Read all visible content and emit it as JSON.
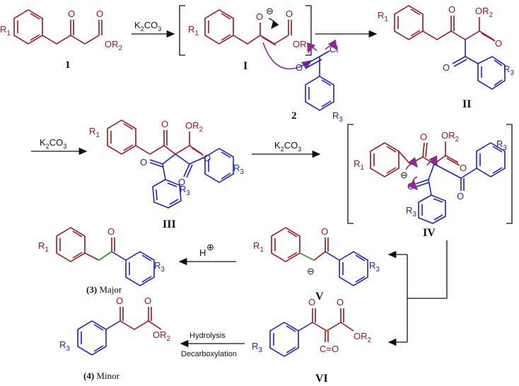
{
  "labels": {
    "R1": "R",
    "R1_sub": "1",
    "R2": "OR",
    "R2_sub": "2",
    "R3": "R",
    "R3_sub": "3",
    "O": "O",
    "Cl": "Cl",
    "C_eq_O": "C=O",
    "minus": "⊖",
    "plus": "⊕",
    "H": "H"
  },
  "compounds": {
    "c1": "1",
    "c2": "2",
    "cI": "I",
    "cII": "II",
    "cIII": "III",
    "cIV": "IV",
    "cV": "V",
    "cVI": "VI",
    "c3_num": "(3)",
    "c3_word": "Major",
    "c4_num": "(4)",
    "c4_word": "Minor"
  },
  "reagents": {
    "k2co3": "K",
    "k2co3_sub": "2",
    "k2co3_tail": "CO",
    "k2co3_sub2": "3",
    "hydrolysis": "Hydrolysis",
    "decarboxylation": "Decarboxylation"
  },
  "colors": {
    "red": "#a0141e",
    "blue": "#1d1ed8",
    "green": "#2a9b2a",
    "purple": "#8e2a8a",
    "black": "#111111"
  }
}
